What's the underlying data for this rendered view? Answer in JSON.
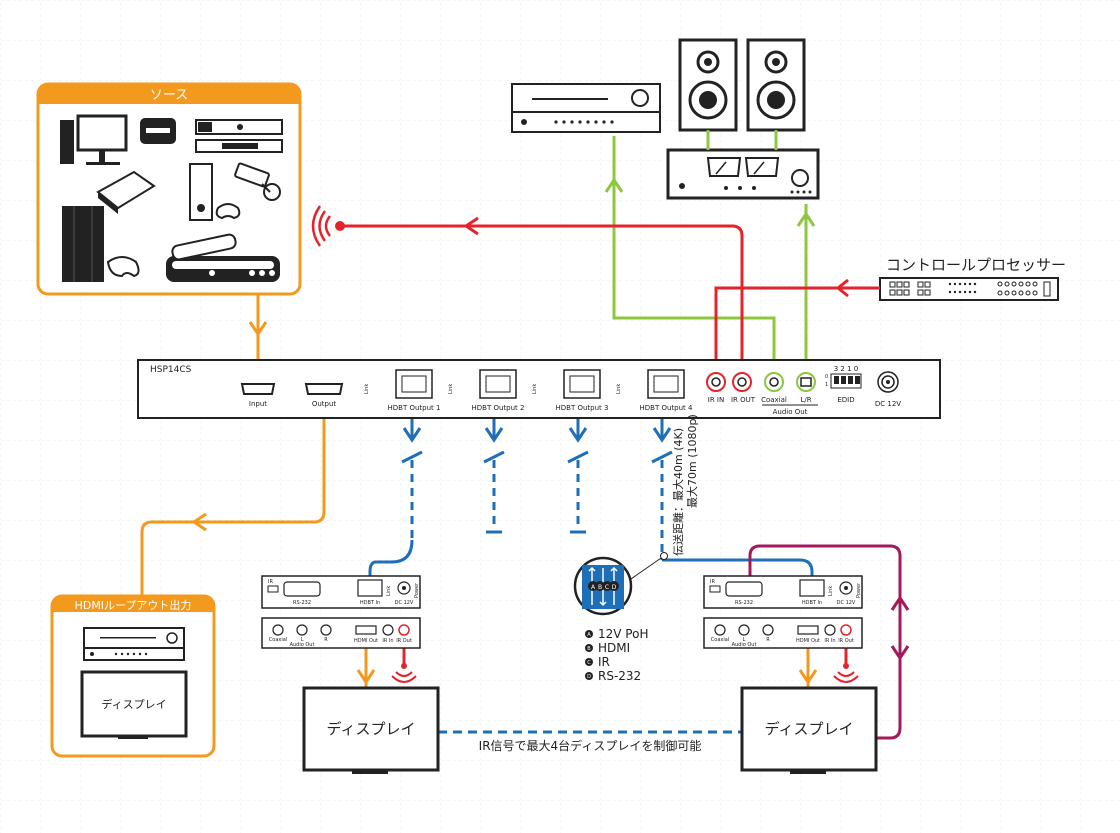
{
  "source_panel": {
    "title": "ソース"
  },
  "loop_panel": {
    "title": "HDMIループアウト出力",
    "display_label": "ディスプレイ"
  },
  "control_processor": {
    "label": "コントロールプロセッサー"
  },
  "main_unit": {
    "model": "HSP14CS",
    "input_label": "Input",
    "output_label": "Output",
    "link_label": "Link",
    "hdbt_outputs": [
      "HDBT Output 1",
      "HDBT Output 2",
      "HDBT Output 3",
      "HDBT Output 4"
    ],
    "ir_in": "IR IN",
    "ir_out": "IR OUT",
    "coaxial": "Coaxial",
    "lr": "L/R",
    "audio_out": "Audio Out",
    "edid_digits": "3 2 1 0",
    "edid_on": "0",
    "edid_off": "1",
    "edid": "EDID",
    "dc": "DC 12V"
  },
  "distance_note": {
    "line1": "伝送距離：最大40m (4K)",
    "line2": "最大70m (1080p)"
  },
  "cable_letters": [
    "A",
    "B",
    "C",
    "D"
  ],
  "cable_legend": [
    {
      "key": "A",
      "text": "12V PoH"
    },
    {
      "key": "B",
      "text": "HDMI"
    },
    {
      "key": "C",
      "text": "IR"
    },
    {
      "key": "D",
      "text": "RS-232"
    }
  ],
  "receiver": {
    "rs232_label": "RS-232",
    "ir_label": "IR",
    "hdbt_in": "HDBT In",
    "dc": "DC 12V",
    "power": "Power",
    "link": "Link",
    "coaxial": "Coaxial",
    "l": "L",
    "r": "R",
    "audio_out": "Audio Out",
    "hdmi_out": "HDMI Out",
    "ir_in": "IR In",
    "ir_out": "IR Out"
  },
  "display_left": "ディスプレイ",
  "display_right": "ディスプレイ",
  "ir_control_note": "IR信号で最大4台ディスプレイを制御可能",
  "colors": {
    "orange": "#F39A1E",
    "red": "#E5232B",
    "green": "#8DC63F",
    "blue": "#1F6FB8",
    "purple": "#A3195B",
    "grid": "#E9E9E9"
  }
}
